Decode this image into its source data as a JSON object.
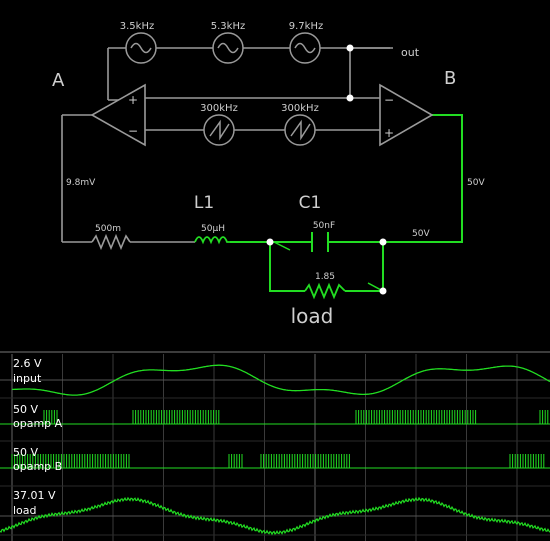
{
  "circuit": {
    "sources_top": [
      "3.5kHz",
      "5.3kHz",
      "9.7kHz"
    ],
    "out_label": "out",
    "node_a": "A",
    "node_b": "B",
    "sources_mid": [
      "300kHz",
      "300kHz"
    ],
    "opamp_signs": {
      "plus": "+",
      "minus": "−"
    },
    "v_left": "9.8mV",
    "v_right": "50V",
    "v_bottom_right": "50V",
    "resistor_series": "500m",
    "inductor_name": "L1",
    "inductor_value": "50µH",
    "capacitor_name": "C1",
    "capacitor_value": "50nF",
    "load_resistor_value": "1.85",
    "load_label": "load"
  },
  "scopes": [
    {
      "value": "2.6 V",
      "label": "input"
    },
    {
      "value": "50 V",
      "label": "opamp A"
    },
    {
      "value": "50 V",
      "label": "opamp B"
    },
    {
      "value": "37.01 V",
      "label": "load"
    }
  ],
  "colors": {
    "background": "#000000",
    "wire": "#9a9a9a",
    "active": "#22dd22",
    "scope_wave": "#22dd22",
    "scope_bg": "#000000",
    "text": "#cfcfcf"
  }
}
